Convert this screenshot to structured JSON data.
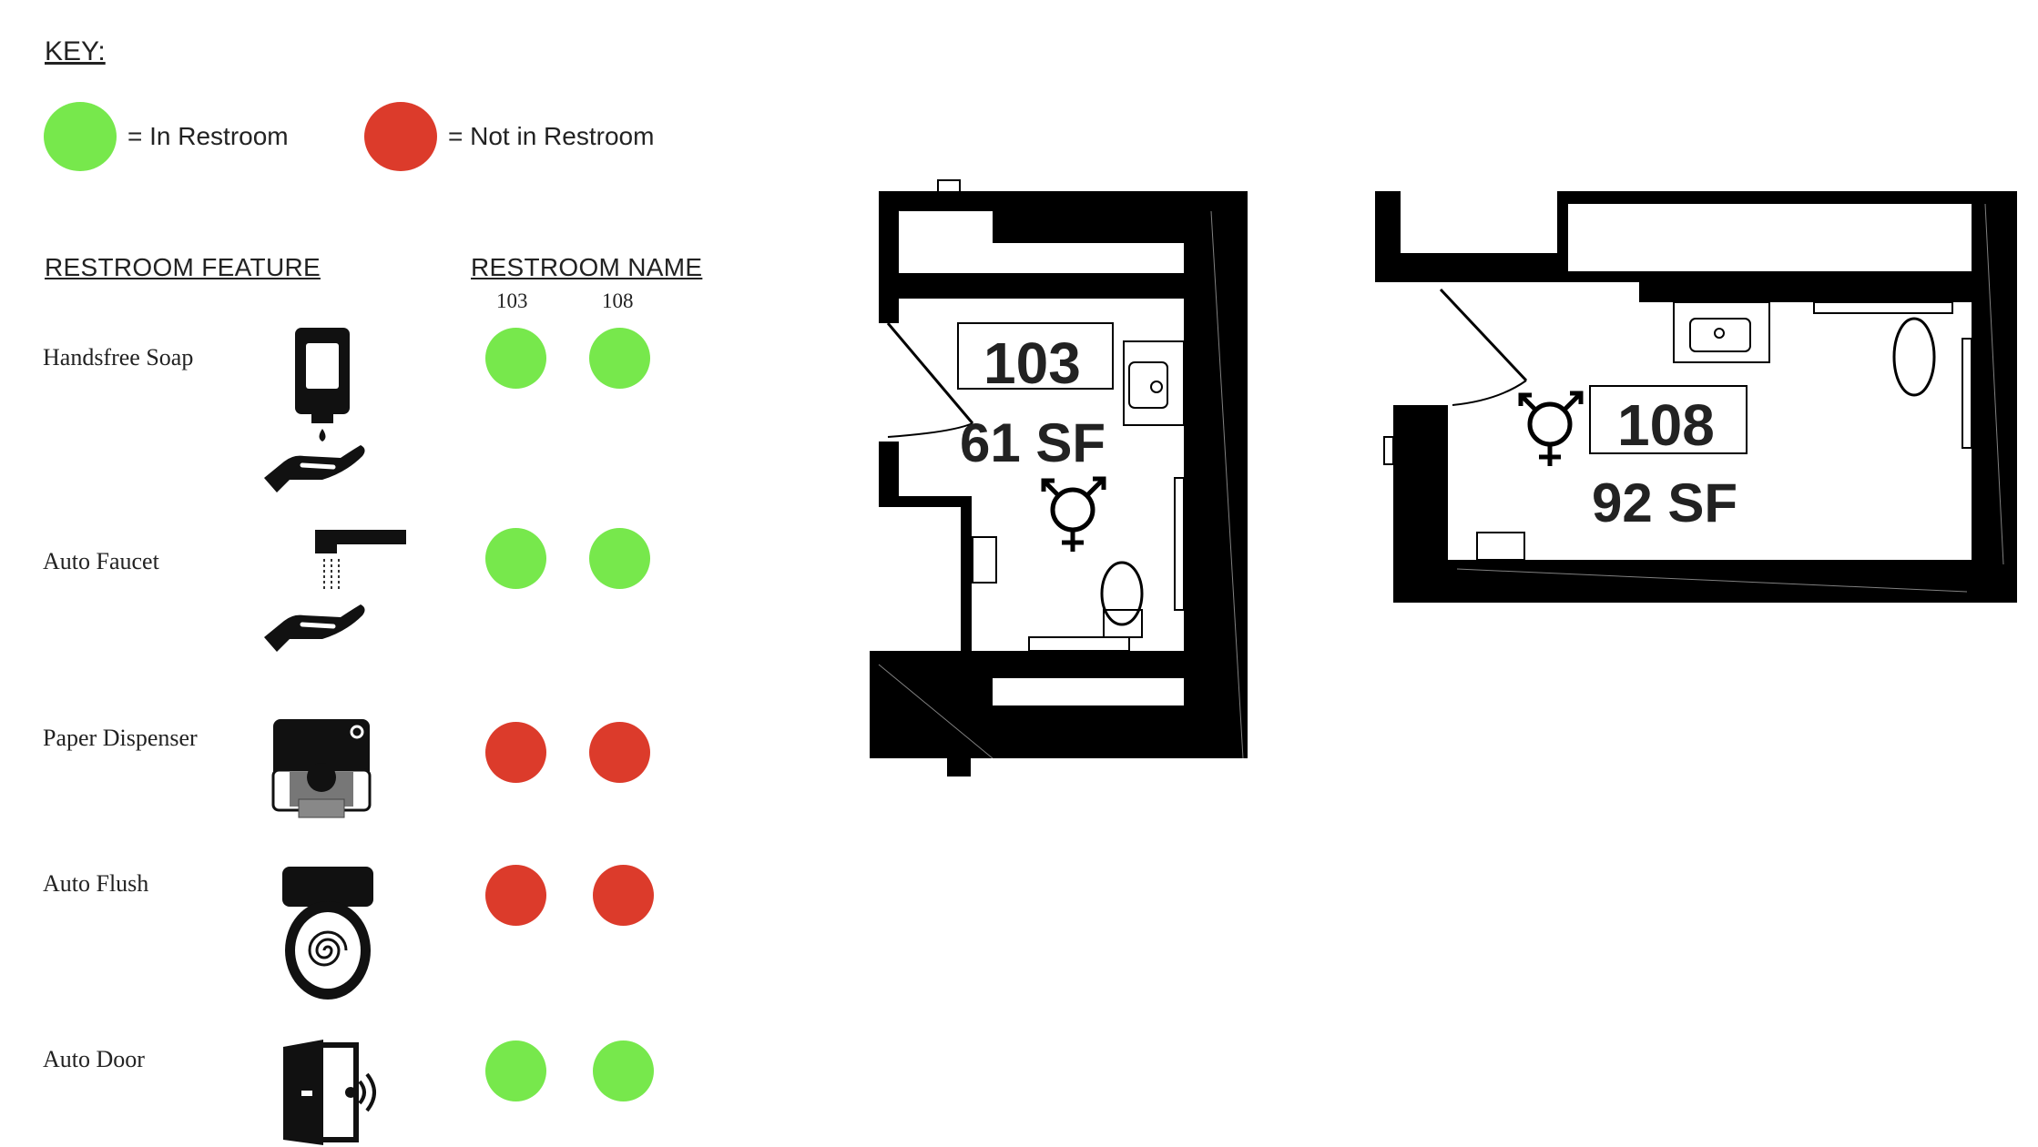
{
  "key": {
    "title": "KEY:",
    "legend": [
      {
        "label": "= In Restroom",
        "color": "#77e84c"
      },
      {
        "label": "= Not in Restroom",
        "color": "#dc3b2b"
      }
    ]
  },
  "table": {
    "feature_header": "RESTROOM FEATURE",
    "name_header": "RESTROOM NAME",
    "restrooms": [
      "103",
      "108"
    ],
    "features": [
      {
        "label": "Handsfree Soap",
        "icon": "soap-dispenser-icon",
        "in_103": true,
        "in_108": true
      },
      {
        "label": "Auto Faucet",
        "icon": "auto-faucet-icon",
        "in_103": true,
        "in_108": true
      },
      {
        "label": "Paper Dispenser",
        "icon": "paper-dispenser-icon",
        "in_103": false,
        "in_108": false
      },
      {
        "label": "Auto Flush",
        "icon": "toilet-icon",
        "in_103": false,
        "in_108": false
      },
      {
        "label": "Auto Door",
        "icon": "auto-door-icon",
        "in_103": true,
        "in_108": true
      }
    ]
  },
  "plans": [
    {
      "room": "103",
      "area": "61 SF",
      "icon": "all-gender-icon"
    },
    {
      "room": "108",
      "area": "92 SF",
      "icon": "all-gender-icon"
    }
  ],
  "colors": {
    "in": "#77e84c",
    "out": "#dc3b2b"
  }
}
